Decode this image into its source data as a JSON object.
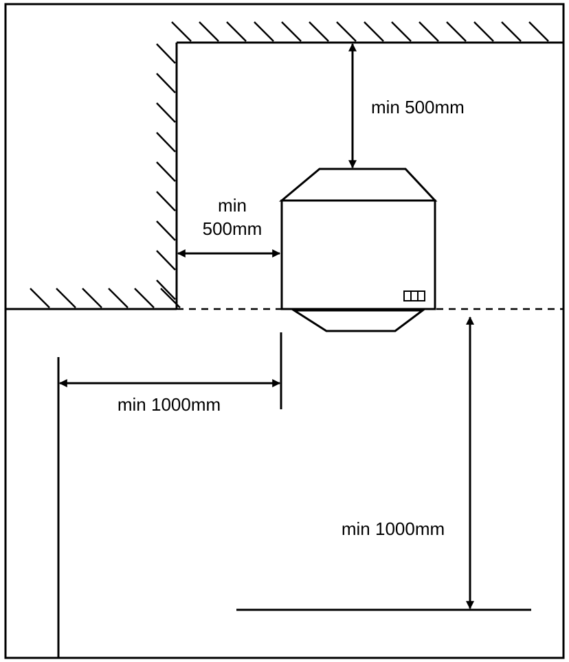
{
  "labels": {
    "top_clearance": "min 500mm",
    "side_clearance_line1": "min",
    "side_clearance_line2": "500mm",
    "front_left_clearance": "min 1000mm",
    "front_down_clearance": "min 1000mm"
  },
  "colors": {
    "line": "#000000",
    "background": "#ffffff"
  }
}
